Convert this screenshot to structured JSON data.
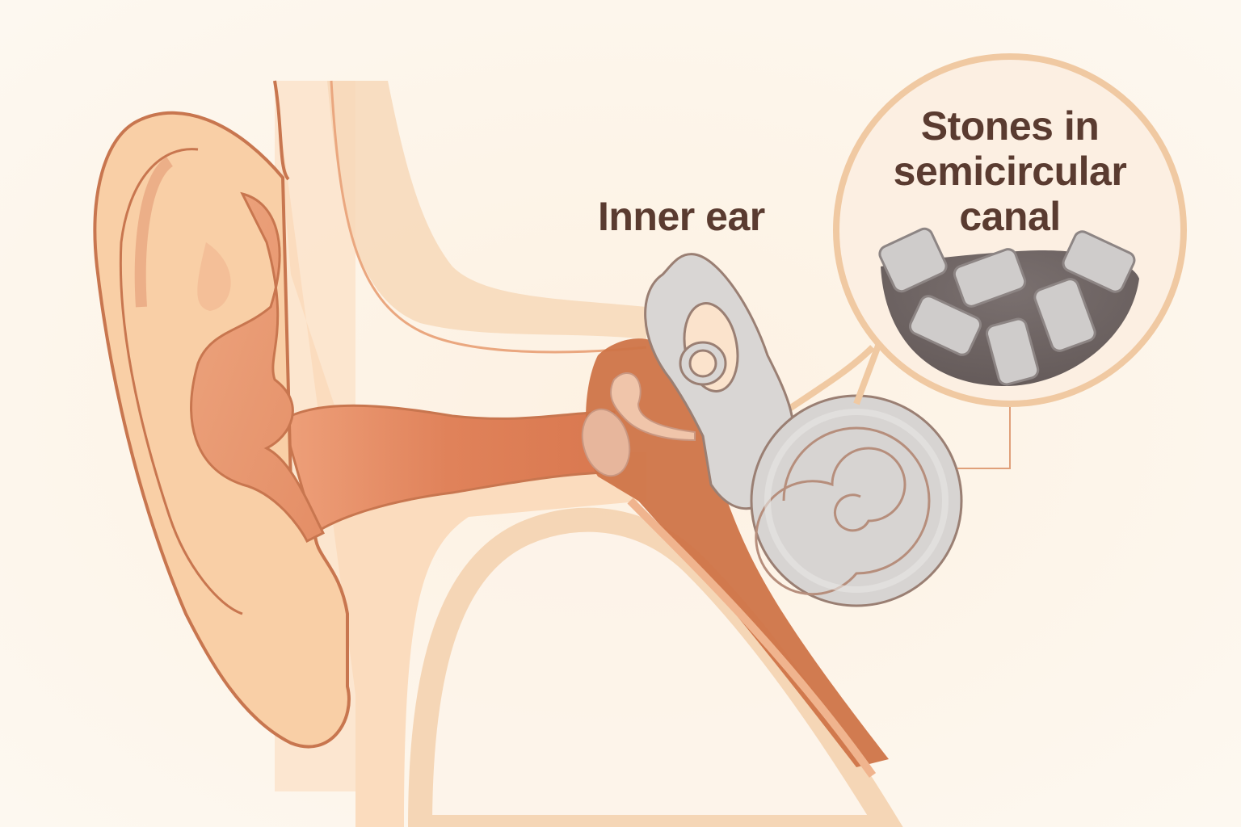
{
  "diagram": {
    "type": "anatomical-illustration",
    "subject": "Human ear cross-section",
    "labels": {
      "inner_ear": "Inner ear",
      "callout_line1": "Stones in",
      "callout_line2": "semicircular",
      "callout_line3": "canal"
    },
    "parts": [
      "outer-ear",
      "ear-canal",
      "middle-ear-ossicles",
      "semicircular-canals",
      "cochlea",
      "magnified-callout-stones"
    ],
    "colors": {
      "background": "#fdf6ec",
      "skin": "#f9cfa6",
      "skin_dark": "#e8946a",
      "outline": "#c8764f",
      "canal": "#e07e55",
      "middle_ear": "#cf7448",
      "bone": "#d7d4d2",
      "bone_outline": "#9a7f73",
      "stone_bg": "#6e6463",
      "stone": "#cfcccb",
      "text": "#5a3b30",
      "callout_ring": "#f0c9a2"
    }
  }
}
